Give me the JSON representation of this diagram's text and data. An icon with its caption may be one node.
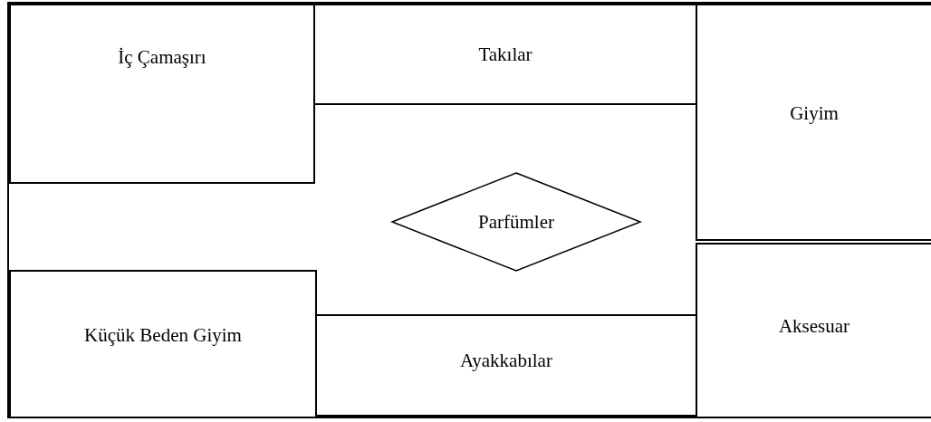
{
  "diagram": {
    "nodes": [
      {
        "text": [],
        "shape": "box"
      },
      {
        "text": [
          "İç Çamaşırı"
        ],
        "in": 0
      },
      {
        "text": [
          "Takılar"
        ],
        "in": 0
      },
      {
        "text": [
          "Giyim"
        ],
        "in": 0
      },
      {
        "text": [
          "Parfümler"
        ],
        "in": 0
      },
      {
        "text": [
          "Küçük Beden Giyim"
        ],
        "in": 0
      },
      {
        "text": [
          "Ayakkabılar"
        ],
        "in": 0
      },
      {
        "text": [
          "Aksesuar"
        ],
        "in": 0
      }
    ],
    "edges": []
  }
}
